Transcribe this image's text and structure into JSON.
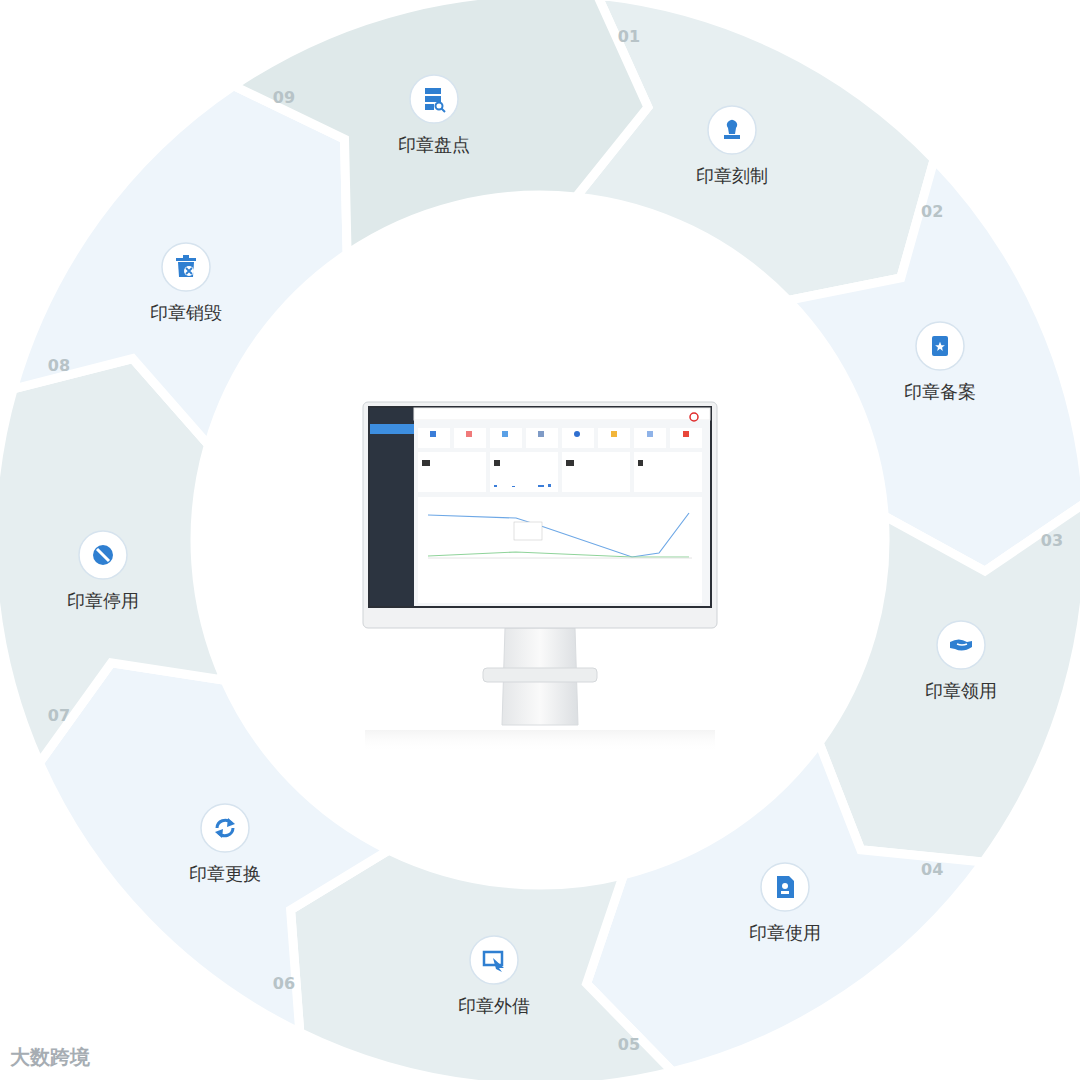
{
  "diagram": {
    "nodes": [
      {
        "text": [
          "印章刻制"
        ]
      },
      {
        "text": [
          "印章备案"
        ]
      },
      {
        "text": [
          "印章领用"
        ]
      },
      {
        "text": [
          "印章使用"
        ]
      },
      {
        "text": [
          "印章外借"
        ]
      },
      {
        "text": [
          "印章更换"
        ]
      },
      {
        "text": [
          "印章停用"
        ]
      },
      {
        "text": [
          "印章销毁"
        ]
      },
      {
        "text": [
          "印章盘点"
        ]
      }
    ],
    "labels": [
      "01",
      "02",
      "03",
      "04",
      "05",
      "06",
      "07",
      "08",
      "09",
      "大数跨境"
    ]
  }
}
